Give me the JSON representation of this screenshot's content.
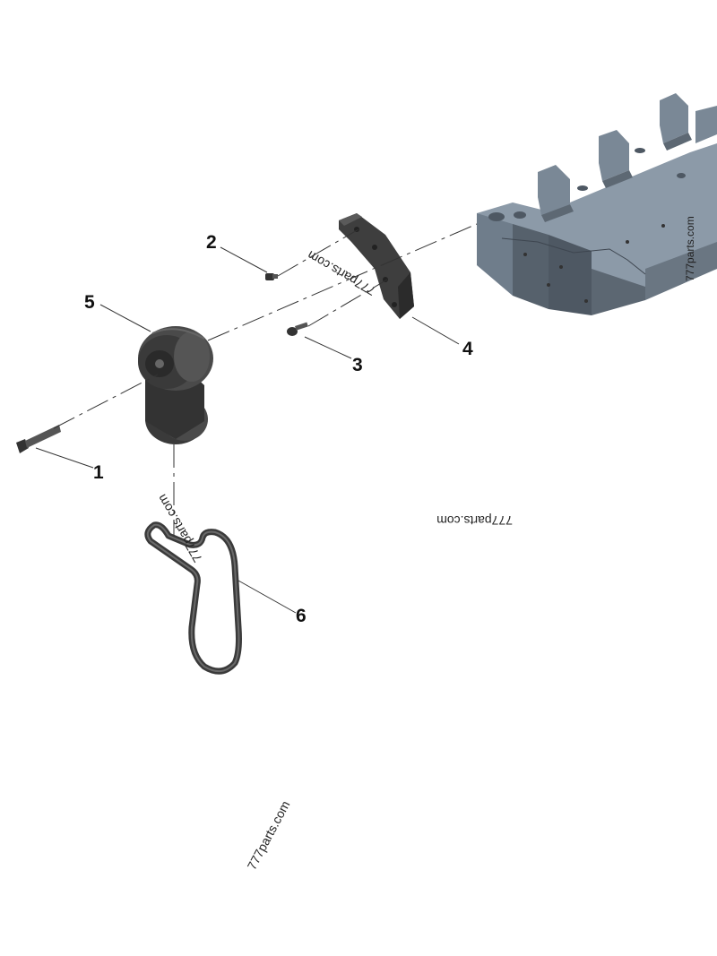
{
  "callouts": [
    {
      "id": "1",
      "label": "1",
      "part": "bolt"
    },
    {
      "id": "2",
      "label": "2",
      "part": "screw"
    },
    {
      "id": "3",
      "label": "3",
      "part": "screw"
    },
    {
      "id": "4",
      "label": "4",
      "part": "bracket"
    },
    {
      "id": "5",
      "label": "5",
      "part": "belt-tensioner"
    },
    {
      "id": "6",
      "label": "6",
      "part": "serpentine-belt"
    }
  ],
  "watermarks": [
    "777parts.com",
    "777parts.com",
    "777parts.com",
    "777parts.com",
    "777parts.com"
  ],
  "colors": {
    "part_dark": "#3a3a3a",
    "part_mid": "#555555",
    "block_light": "#8a98a6",
    "block_mid": "#6f7d8b",
    "block_dark": "#4e5863"
  }
}
